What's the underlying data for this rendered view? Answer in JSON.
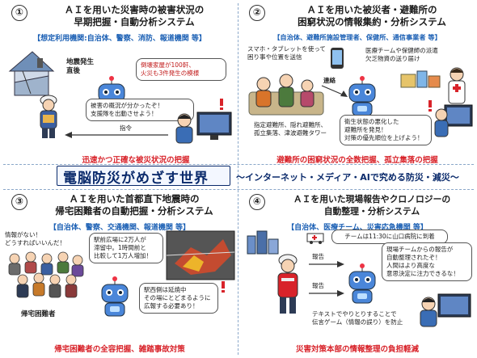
{
  "banner": {
    "main": "電脳防災がめざす世界",
    "sub": "～インターネット・メディア・AIで究める防災・減災～"
  },
  "q1": {
    "num": "①",
    "title_line1": "ＡＩを用いた災害時の被害状況の",
    "title_line2": "早期把握・自動分析システム",
    "users": "【想定利用機関:自治体、警察、消防、報道機関 等】",
    "label_onset": "地震発生\n直後",
    "bubble_report": "倒壊家屋が100軒、\n火災も3件発生の模様",
    "bubble_question": "被害の概況が分かったぞ！\n支援隊を出動させよう！",
    "arrow_command": "指令",
    "footer": "迅速かつ正確な被災状況の把握"
  },
  "q2": {
    "num": "②",
    "title_line1": "ＡＩを用いた被災者・避難所の",
    "title_line2": "困窮状況の情報集約・分析システム",
    "users": "【自治体、避難所施設管理者、保健所、通信事業者 等】",
    "note_phone": "スマホ・タブレットを使って\n困り事や位置を送信",
    "arrow_link": "連絡",
    "note_medical": "医療チームや保健師の派遣\n欠乏物資の送り届け",
    "note_shelter": "指定避難所、隠れ避難所、\n孤立集落、津波避難タワー",
    "bubble_priority": "衛生状態の悪化した\n避難所を発見！\n対策の優先順位を上げよう！",
    "footer": "避難所の困窮状況の全数把握、孤立集落の把握"
  },
  "q3": {
    "num": "③",
    "title_line1": "ＡＩを用いた首都直下地震時の",
    "title_line2": "帰宅困難者の自動把握・分析システム",
    "users": "【自治体、警察、交通機関、報道機関 等】",
    "note_crowd": "情報がない！\nどうすればいいんだ！",
    "bubble_stagnation": "駅前広場に2万人が\n滞留中。1時間前と\n比較して1万人増加！",
    "bubble_west": "駅西側は延焼中\nその場にとどまるように\n広報する必要あり！",
    "label_stranded": "帰宅困難者",
    "footer": "帰宅困難者の全容把握、雑踏事故対策"
  },
  "q4": {
    "num": "④",
    "title_line1": "ＡＩを用いた現場報告やクロノロジーの",
    "title_line2": "自動整理・分析システム",
    "users": "【自治体、医療チーム、災害応急機関 等】",
    "bubble_team": "チームは11:30に山口病院に到着",
    "arrow_report1": "報告",
    "arrow_report2": "報告",
    "bubble_hq": "現場チームからの報告が\n自動整理されたぞ！\n人間はより高度な\n意思決定に注力できるな！",
    "note_text": "テキストでやりとりすることで\n伝言ゲーム（情報の誤り）を防止",
    "footer": "災害対策本部の情報整理の負担軽減"
  }
}
